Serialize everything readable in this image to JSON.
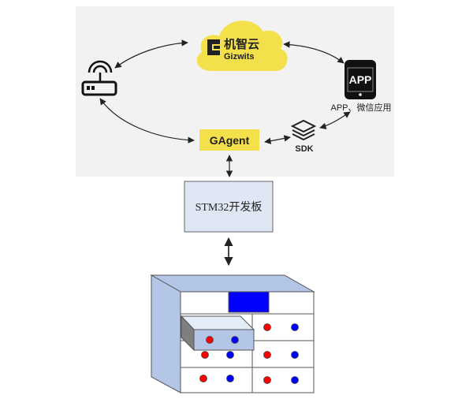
{
  "architecture": {
    "cloud": {
      "brand_cn": "机智云",
      "brand_en": "Gizwits",
      "color": "#f4e04a",
      "icon": "gizwits-logo-icon"
    },
    "router": {
      "icon": "router-icon"
    },
    "app": {
      "badge": "APP",
      "label": "APP、微信应用",
      "icon": "smartphone-icon"
    },
    "sdk": {
      "label": "SDK",
      "icon": "layers-icon"
    },
    "gagent": {
      "label": "GAgent",
      "color": "#f4e04a"
    },
    "panel_color": "#f2f2f2"
  },
  "board": {
    "label": "STM32开发板",
    "fill": "#dfe7f4"
  },
  "cabinet": {
    "front_color": "#ffffff",
    "side_color": "#b4c6e7",
    "display_color": "#0000ff",
    "dot_red": "#ff0000",
    "dot_blue": "#0000ff"
  }
}
